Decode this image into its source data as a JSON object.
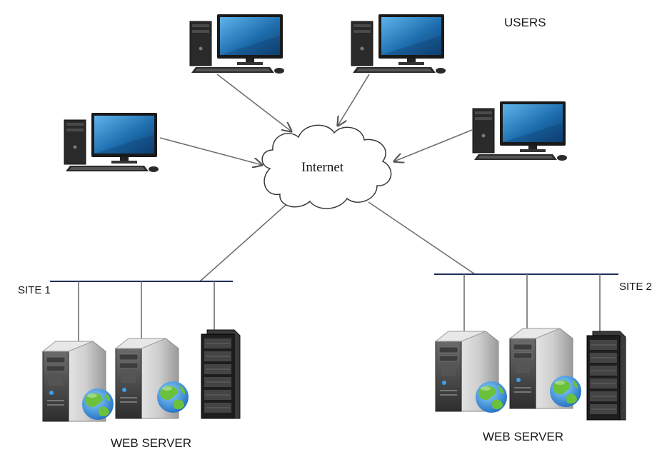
{
  "labels": {
    "users": "USERS",
    "internet": "Internet",
    "site1": "SITE 1",
    "site2": "SITE 2",
    "web_server_1": "WEB SERVER",
    "web_server_2": "WEB SERVER"
  },
  "icons": {
    "desktop": "desktop-computer-icon",
    "cloud": "internet-cloud-icon",
    "server": "tower-server-icon",
    "rack": "rack-server-icon",
    "globe": "globe-icon"
  },
  "colors": {
    "site_bus": "#1f2f5a",
    "connector": "#7a7a7a",
    "screen": "#1f6fb0",
    "globe_sea": "#2f8fd8",
    "globe_land": "#6cc13a"
  }
}
